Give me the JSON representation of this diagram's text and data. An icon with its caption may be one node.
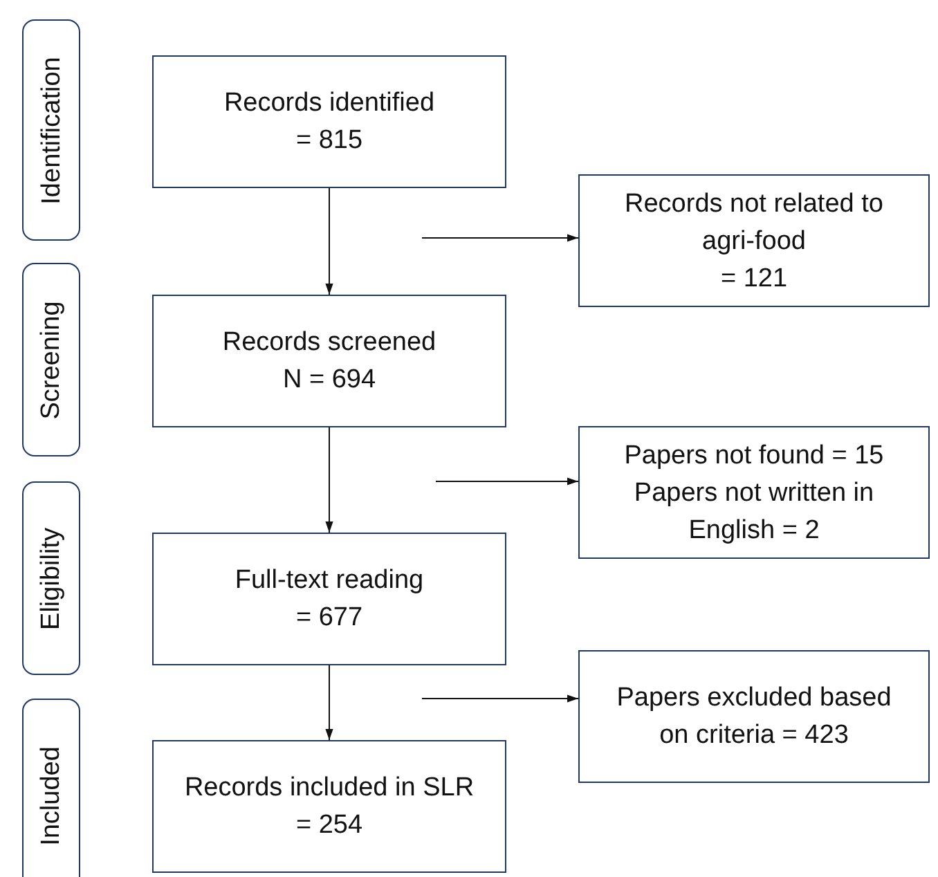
{
  "diagram": {
    "nodes": [
      {
        "text": [
          "Identification"
        ]
      },
      {
        "text": [
          "Screening"
        ]
      },
      {
        "text": [
          "Eligibility"
        ]
      },
      {
        "text": [
          "Included"
        ]
      },
      {
        "text": [
          "Records identified",
          "= 815"
        ]
      },
      {
        "text": [
          "Records not related to agri-food",
          "= 121"
        ]
      },
      {
        "text": [
          "Records screened",
          "N = 694"
        ]
      },
      {
        "text": [
          "Papers not found = 15",
          "Papers not written in English = 2"
        ]
      },
      {
        "text": [
          "Full-text reading",
          "= 677"
        ]
      },
      {
        "text": [
          "Papers excluded based on criteria = 423"
        ]
      },
      {
        "text": [
          "Records included in SLR",
          "= 254"
        ]
      }
    ],
    "edges": [
      {
        "from": 4,
        "to": 6,
        "arrow": "to"
      },
      {
        "from": null,
        "to": 5,
        "arrow": "to"
      },
      {
        "from": 6,
        "to": 8,
        "arrow": "to"
      },
      {
        "from": null,
        "to": 7,
        "arrow": "to"
      },
      {
        "from": 8,
        "to": 10,
        "arrow": "to"
      },
      {
        "from": null,
        "to": 9,
        "arrow": "to"
      }
    ]
  }
}
